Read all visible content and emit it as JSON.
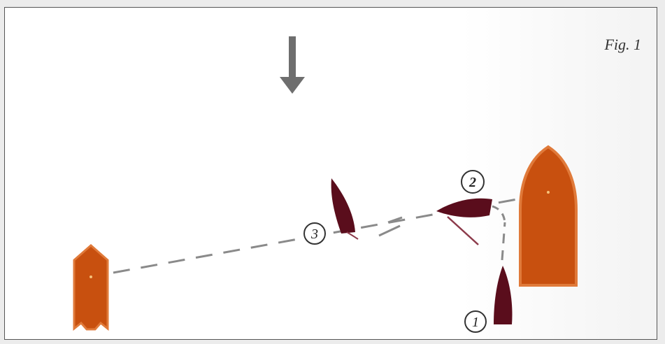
{
  "figure": {
    "label": "Fig. 1"
  },
  "markers": [
    {
      "id": "1",
      "text": "1"
    },
    {
      "id": "2",
      "text": "2"
    },
    {
      "id": "3",
      "text": "3"
    }
  ],
  "colors": {
    "committee_boat": "#c8500f",
    "committee_boat_stroke": "#e07a3a",
    "sailboat": "#5a0d1c",
    "arrow": "#6e6e6e",
    "dashed_line": "#8a8a8a"
  },
  "icons": {
    "wind_arrow": "wind-direction-arrow-icon"
  }
}
